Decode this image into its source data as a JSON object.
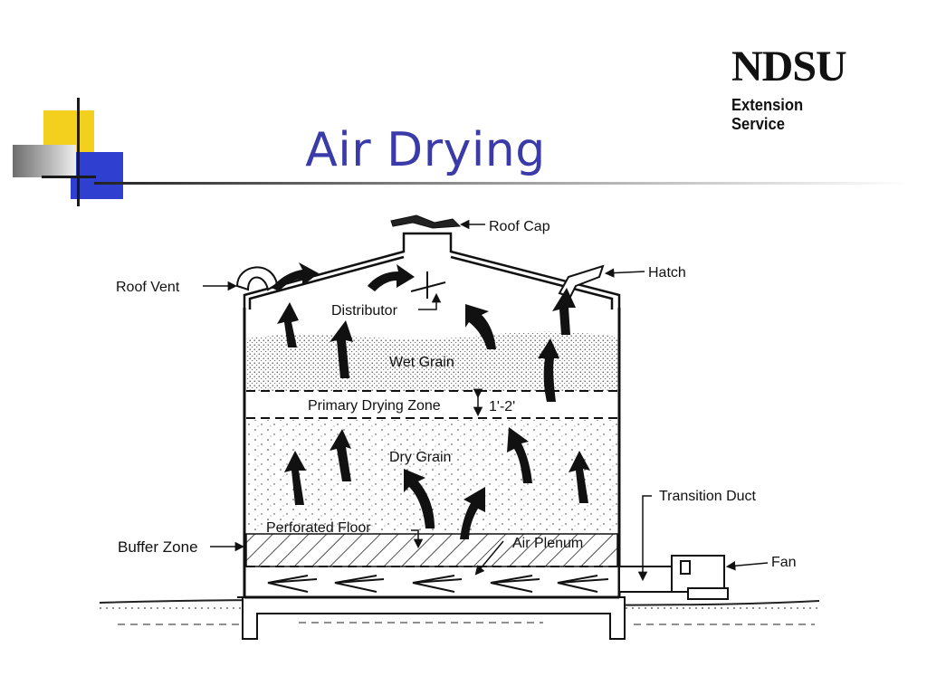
{
  "slide": {
    "title": "Air Drying",
    "logo": {
      "name": "NDSU",
      "subtitle": "Extension Service"
    }
  },
  "diagram": {
    "labels": {
      "roof_cap": "Roof Cap",
      "roof_vent": "Roof Vent",
      "hatch": "Hatch",
      "distributor": "Distributor",
      "wet_grain": "Wet Grain",
      "primary_drying_zone": "Primary Drying Zone",
      "zone_depth": "1'-2'",
      "dry_grain": "Dry Grain",
      "transition_duct": "Transition Duct",
      "perforated_floor": "Perforated Floor",
      "air_plenum": "Air Plenum",
      "buffer_zone": "Buffer Zone",
      "fan": "Fan"
    }
  }
}
